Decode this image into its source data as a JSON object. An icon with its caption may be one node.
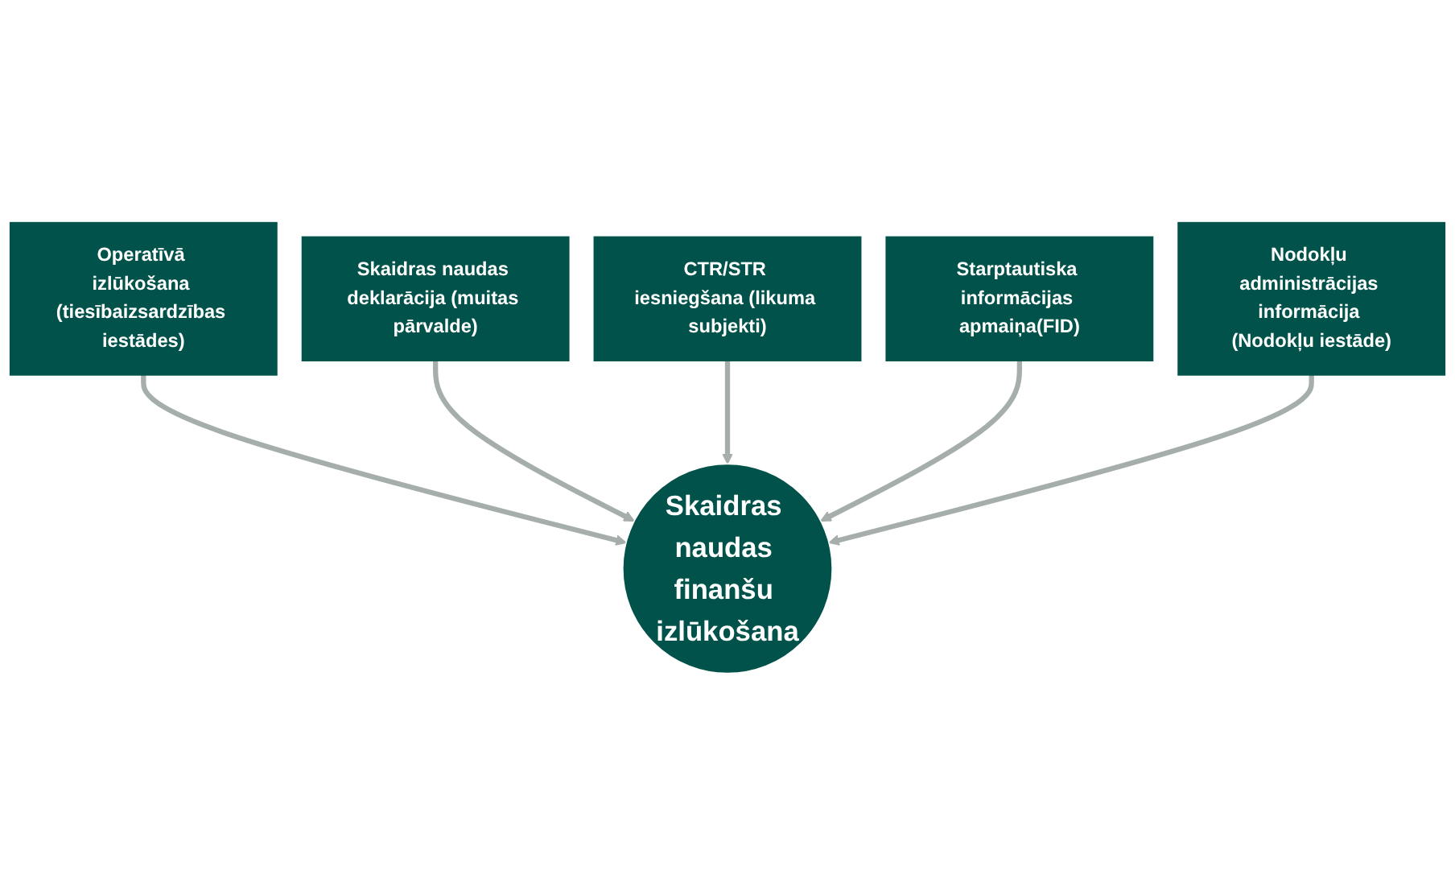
{
  "diagram": {
    "nodes": [
      {
        "text": [
          "Operatīvā izlūkošana (tiesībaizsardzības iestādes)"
        ]
      },
      {
        "text": [
          "Skaidras naudas deklarācija (muitas pārvalde)"
        ]
      },
      {
        "text": [
          "CTR/STR iesniegšana (likuma subjekti)"
        ]
      },
      {
        "text": [
          "Starptautiska informācijas apmaiņa(FID)"
        ]
      },
      {
        "text": [
          "Skaidras naudas finanšu izlūkošana"
        ]
      },
      {
        "text": [
          "Nodokļu administrācijas informācija (Nodokļu iestāde)"
        ]
      }
    ],
    "edges": [
      {
        "from": 0,
        "to": 4,
        "arrow": "to"
      },
      {
        "from": 1,
        "to": 4,
        "arrow": "to"
      },
      {
        "from": 2,
        "to": 4,
        "arrow": "to"
      },
      {
        "from": 3,
        "to": 4,
        "arrow": "to"
      },
      {
        "from": 5,
        "to": 4,
        "arrow": "to"
      }
    ]
  }
}
